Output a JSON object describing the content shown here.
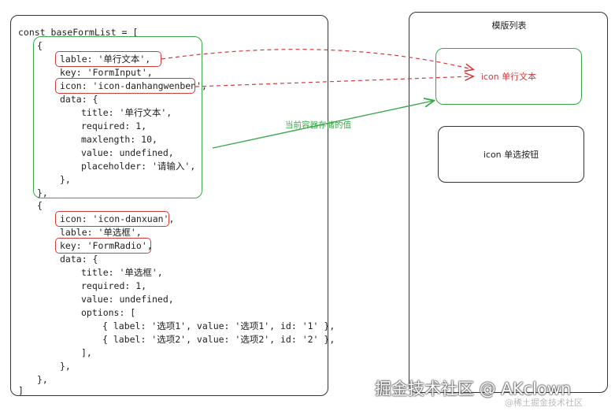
{
  "code": {
    "lines": [
      "const baseFormList = [",
      "{",
      "lable: '单行文本',",
      "key: 'FormInput',",
      "icon: 'icon-danhangwenben',",
      "data: {",
      "title: '单行文本',",
      "required: 1,",
      "maxlength: 10,",
      "value: undefined,",
      "placeholder: '请输入',",
      "},",
      "},",
      "{",
      "icon: 'icon-danxuan',",
      "lable: '单选框',",
      "key: 'FormRadio',",
      "data: {",
      "title: '单选框',",
      "required: 1,",
      "value: undefined,",
      "options: [",
      "{ label: '选项1', value: '选项1', id: '1' },",
      "{ label: '选项2', value: '选项2', id: '2' },",
      "],",
      "},",
      "},",
      "]"
    ]
  },
  "template": {
    "title": "模版列表",
    "item1": "icon 单行文本",
    "item2": "icon 单选按钮"
  },
  "annotation": {
    "current_value": "当前容器存储的值"
  },
  "watermark": {
    "main": "掘金技术社区 @ AKclown",
    "sub": "@稀土掘金技术社区"
  },
  "colors": {
    "highlight": "#d33b3b",
    "container": "#3aa84a",
    "outline": "#333333"
  }
}
